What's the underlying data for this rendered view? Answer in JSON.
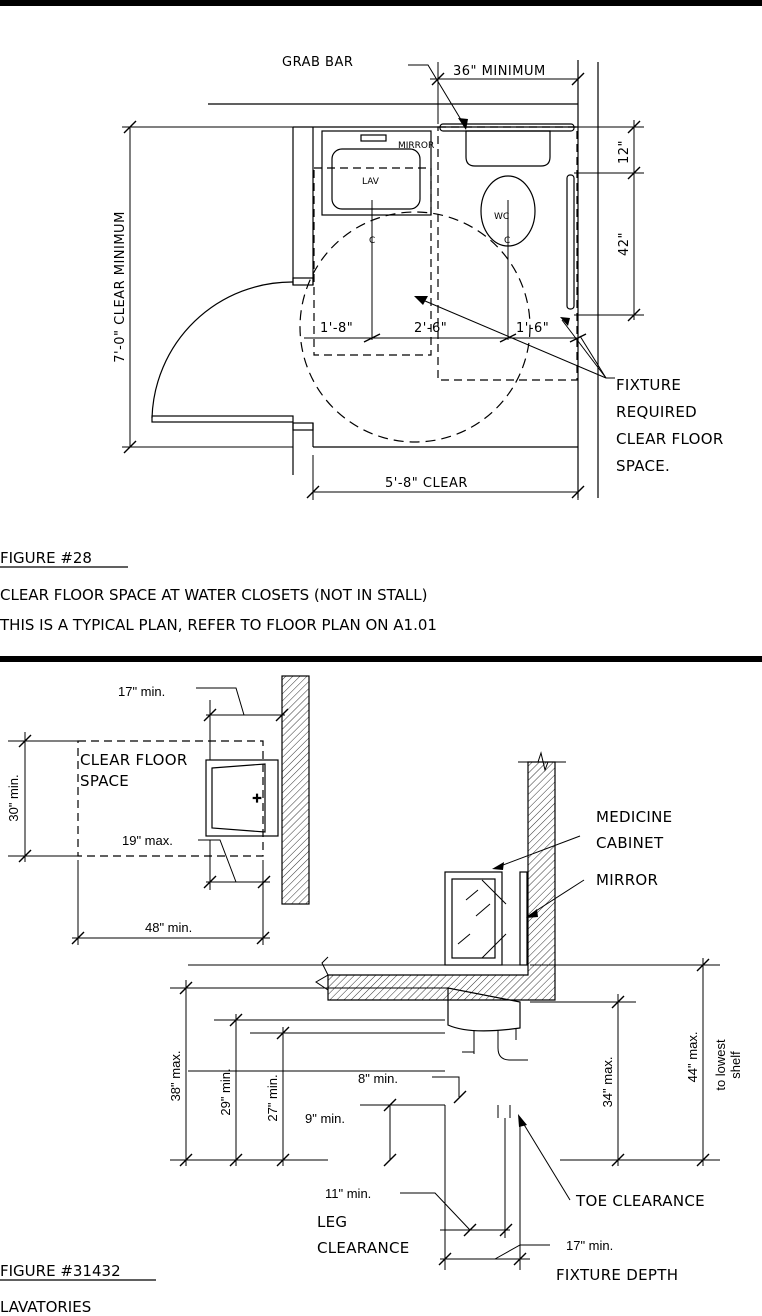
{
  "figure28": {
    "labels": {
      "grab_bar": "GRAB BAR",
      "min_36": "36\" MINIMUM",
      "mirror": "MIRROR",
      "lav": "LAV",
      "wc": "WC",
      "dim_12": "12\"",
      "dim_42": "42\"",
      "clear_min": "7'-0\" CLEAR MINIMUM",
      "d_1_8": "1'-8\"",
      "d_2_6": "2'-6\"",
      "d_1_6": "1'-6\"",
      "fixture_line1": "FIXTURE",
      "fixture_line2": "REQUIRED",
      "fixture_line3": "CLEAR FLOOR",
      "fixture_line4": "SPACE.",
      "clear_5_8": "5'-8\" CLEAR",
      "cl_mark": "C"
    },
    "caption": {
      "title": "FIGURE #28",
      "line1": "CLEAR FLOOR SPACE AT WATER CLOSETS (NOT IN STALL)",
      "line2": "THIS IS A TYPICAL PLAN, REFER TO FLOOR PLAN ON A1.01"
    }
  },
  "figure31432": {
    "labels": {
      "min_17_top": "17\" min.",
      "clear_floor_line1": "CLEAR FLOOR",
      "clear_floor_line2": "SPACE",
      "min_30": "30\" min.",
      "max_19": "19\" max.",
      "min_48": "48\" min.",
      "medicine_line1": "MEDICINE",
      "medicine_line2": "CABINET",
      "mirror": "MIRROR",
      "max_38": "38\" max.",
      "min_29": "29\" min.",
      "min_27": "27\" min.",
      "min_8": "8\" min.",
      "min_9": "9\" min.",
      "max_34": "34\" max.",
      "max_44": "44\" max.",
      "lowest_line1": "to lowest",
      "lowest_line2": "shelf",
      "toe": "TOE CLEARANCE",
      "min_11": "11\" min.",
      "leg_line1": "LEG",
      "leg_line2": "CLEARANCE",
      "min_17_bottom": "17\" min.",
      "fixture_depth": "FIXTURE DEPTH"
    },
    "caption": {
      "title": "FIGURE #31432",
      "line1": "LAVATORIES"
    }
  }
}
